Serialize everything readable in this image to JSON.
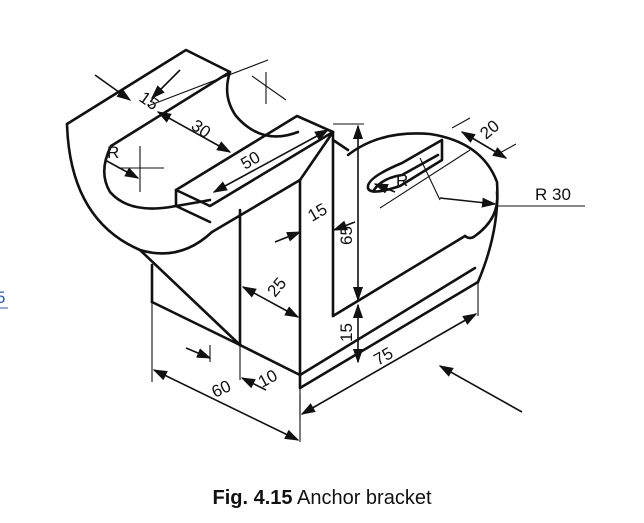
{
  "caption": {
    "figure_number": "Fig. 4.15",
    "title": "Anchor bracket"
  },
  "dimensions": {
    "d15_top": "15",
    "d30": "30",
    "r_label": "R",
    "d50": "50",
    "d15_web": "15",
    "d65": "65",
    "d25": "25",
    "d15_base": "15",
    "d10": "10",
    "d60": "60",
    "d75": "75",
    "d20": "20",
    "r_hole": "R",
    "r30": "R 30"
  },
  "edge_fragment": "5",
  "colors": {
    "line": "#111111",
    "background": "#ffffff",
    "fragment": "#2b5fb4"
  }
}
